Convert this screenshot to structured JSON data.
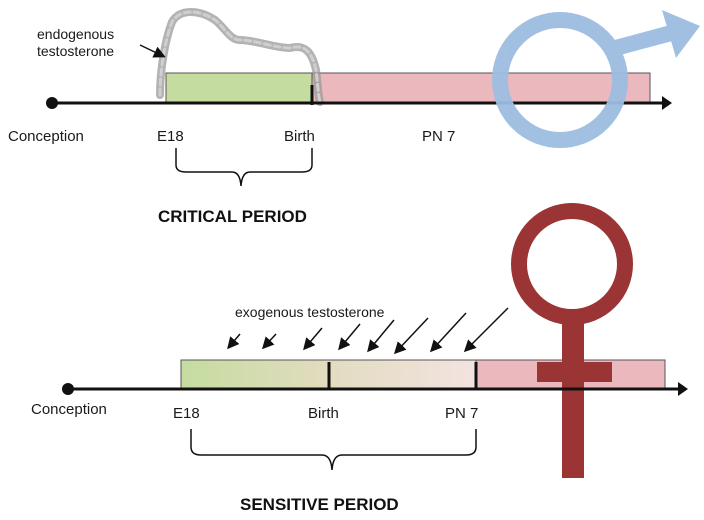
{
  "top_panel": {
    "annotation": "endogenous testosterone",
    "annotation_line1": "endogenous",
    "annotation_line2": "testosterone",
    "labels": {
      "conception": "Conception",
      "e18": "E18",
      "birth": "Birth",
      "pn7": "PN 7"
    },
    "period_title": "CRITICAL PERIOD",
    "symbol": "male-symbol"
  },
  "bottom_panel": {
    "annotation": "exogenous testosterone",
    "labels": {
      "conception": "Conception",
      "e18": "E18",
      "birth": "Birth",
      "pn7": "PN 7"
    },
    "period_title": "SENSITIVE PERIOD",
    "symbol": "female-symbol"
  },
  "colors": {
    "critical_bar": "#c5dca0",
    "postnatal_bar": "#ebb9bd",
    "male_symbol": "#9dbde0",
    "female_symbol": "#9b3434",
    "axis": "#111111"
  }
}
